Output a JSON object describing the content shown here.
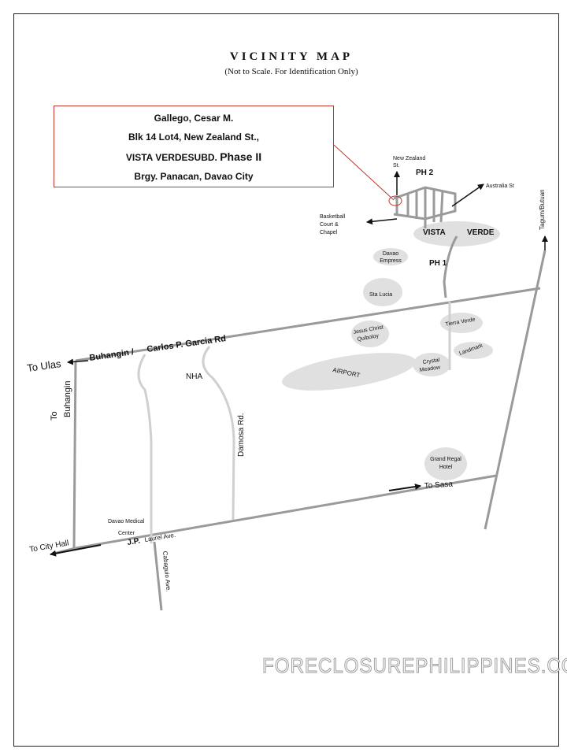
{
  "map": {
    "title": "VICINITY MAP",
    "subtitle": "(Not to Scale. For Identification Only)",
    "address": {
      "name": "Gallego, Cesar M.",
      "lot": "Blk 14 Lot4, New Zealand St.,",
      "subdivision": "VISTA VERDESUBD.",
      "phase": "Phase II",
      "barangay": "Brgy. Panacan, Davao City"
    },
    "roads": {
      "buhangin": "Buhangin /",
      "garcia": "Carlos P. Garcia Rd",
      "damosa": "Damosa Rd.",
      "jp_laurel_jp": "J.P.",
      "jp_laurel": "Laurel Ave.",
      "cabaguio": "Cabaguio Ave.",
      "tagum": "Tagum/Butuan"
    },
    "directions": {
      "to_ulas": "To Ulas",
      "to_buhangin_1": "To",
      "to_buhangin_2": "Buhangin",
      "to_city_hall": "To City Hall",
      "to_sasa": "To Sasa"
    },
    "landmarks": {
      "nz_1": "New Zealand",
      "nz_2": "St.",
      "ph2": "PH 2",
      "ph1": "PH 1",
      "australia": "Australia St",
      "basket_1": "Basketball",
      "basket_2": "Court &",
      "basket_3": "Chapel",
      "vista": "VISTA",
      "verde": "VERDE",
      "davao_emp_1": "Davao",
      "davao_emp_2": "Empress",
      "sta_lucia": "Sta Lucia",
      "jesus_1": "Jesus Christ",
      "jesus_2": "Quiboloy",
      "tierra": "Tierra Verde",
      "landmark": "Landmark",
      "crystal_1": "Crystal",
      "crystal_2": "Meadow",
      "airport": "AIRPORT",
      "nha": "NHA",
      "grand_1": "Grand Regal",
      "grand_2": "Hotel",
      "dmc_1": "Davao Medical",
      "dmc_2": "Center"
    },
    "watermark": "FORECLOSUREPHILIPPINES.COM"
  }
}
